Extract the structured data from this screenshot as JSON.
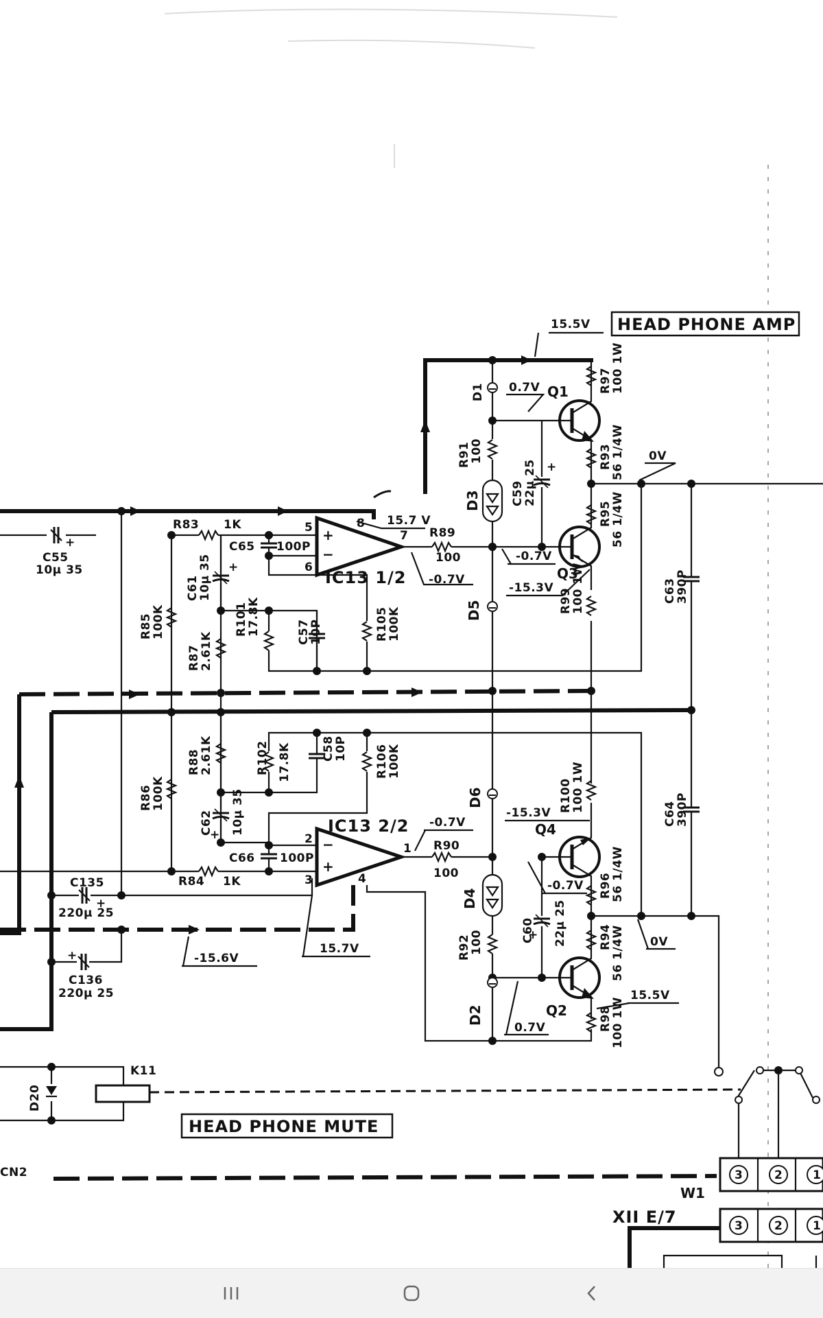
{
  "titles": {
    "amp": "HEAD PHONE AMP",
    "mute": "HEAD PHONE MUTE"
  },
  "volts": {
    "v_supply_top": "15.5V",
    "v_pin8": "15.7 V",
    "v_q1_base": "0.7V",
    "v_q3_base": "-0.7V",
    "v_q3_emit": "-15.3V",
    "v_out1": "-0.7V",
    "v_out_top": "0V",
    "v_out2": "-0.7V",
    "v_q4_emit": "-15.3V",
    "v_q4_base": "-0.7V",
    "v_out_bot": "0V",
    "v_q2_base": "0.7V",
    "v_q2_emit": "15.5V",
    "v_neg_rail": "-15.6V",
    "v_pin4": "15.7V"
  },
  "ic": {
    "top": "IC13 1/2",
    "bottom": "IC13 2/2",
    "pins": {
      "p5": "5",
      "p6": "6",
      "p7": "7",
      "p8": "8",
      "p2": "2",
      "p3": "3",
      "p1": "1",
      "p4": "4"
    }
  },
  "parts": {
    "r83": "R83",
    "r83v": "1K",
    "c55": "C55",
    "c55v": "10µ 35",
    "c65": "C65",
    "c65v": "100P",
    "c61": "C61",
    "c61v": "10µ 35",
    "r85": "R85",
    "r85v": "100K",
    "r87": "R87",
    "r87v": "2.61K",
    "r101": "R101",
    "r101v": "17.8K",
    "c57": "C57",
    "c57v": "10P",
    "r105": "R105",
    "r105v": "100K",
    "r89": "R89",
    "r89v": "100",
    "r86": "R86",
    "r86v": "100K",
    "r88": "R88",
    "r88v": "2.61K",
    "r102": "R102",
    "r102v": "17.8K",
    "c58": "C58",
    "c58v": "10P",
    "r106": "R106",
    "r106v": "100K",
    "c62": "C62",
    "c62v": "10µ 35",
    "c66": "C66",
    "c66v": "100P",
    "r84": "R84",
    "r84v": "1K",
    "r90": "R90",
    "r90v": "100",
    "c135": "C135",
    "c135v": "220µ 25",
    "c136": "C136",
    "c136v": "220µ 25",
    "d1": "D1",
    "d3": "D3",
    "d5": "D5",
    "d6": "D6",
    "d4": "D4",
    "d2": "D2",
    "d20": "D20",
    "r91": "R91",
    "r91v": "100",
    "c59": "C59",
    "c59v": "22µ 25",
    "r92": "R92",
    "r92v": "100",
    "c60": "C60",
    "c60v": "22µ 25",
    "q1": "Q1",
    "q3": "Q3",
    "q4": "Q4",
    "q2": "Q2",
    "r97": "R97",
    "r97v": "100 1W",
    "r93": "R93",
    "r93v": "56 1/4W",
    "r95": "R95",
    "r95v": "56 1/4W",
    "r99": "R99",
    "r99v": "100 1W",
    "r100": "R100",
    "r100v": "100 1W",
    "r96": "R96",
    "r96v": "56 1/4W",
    "r94": "R94",
    "r94v": "56 1/4W",
    "r98": "R98",
    "r98v": "100 1W",
    "c63": "C63",
    "c63v": "390P",
    "c64": "C64",
    "c64v": "390P",
    "k11": "K11"
  },
  "connectors": {
    "cn2": "CN2",
    "w1": "W1",
    "xii": "XII E/7",
    "pin3": "3",
    "pin2": "2",
    "pin1": "1"
  }
}
